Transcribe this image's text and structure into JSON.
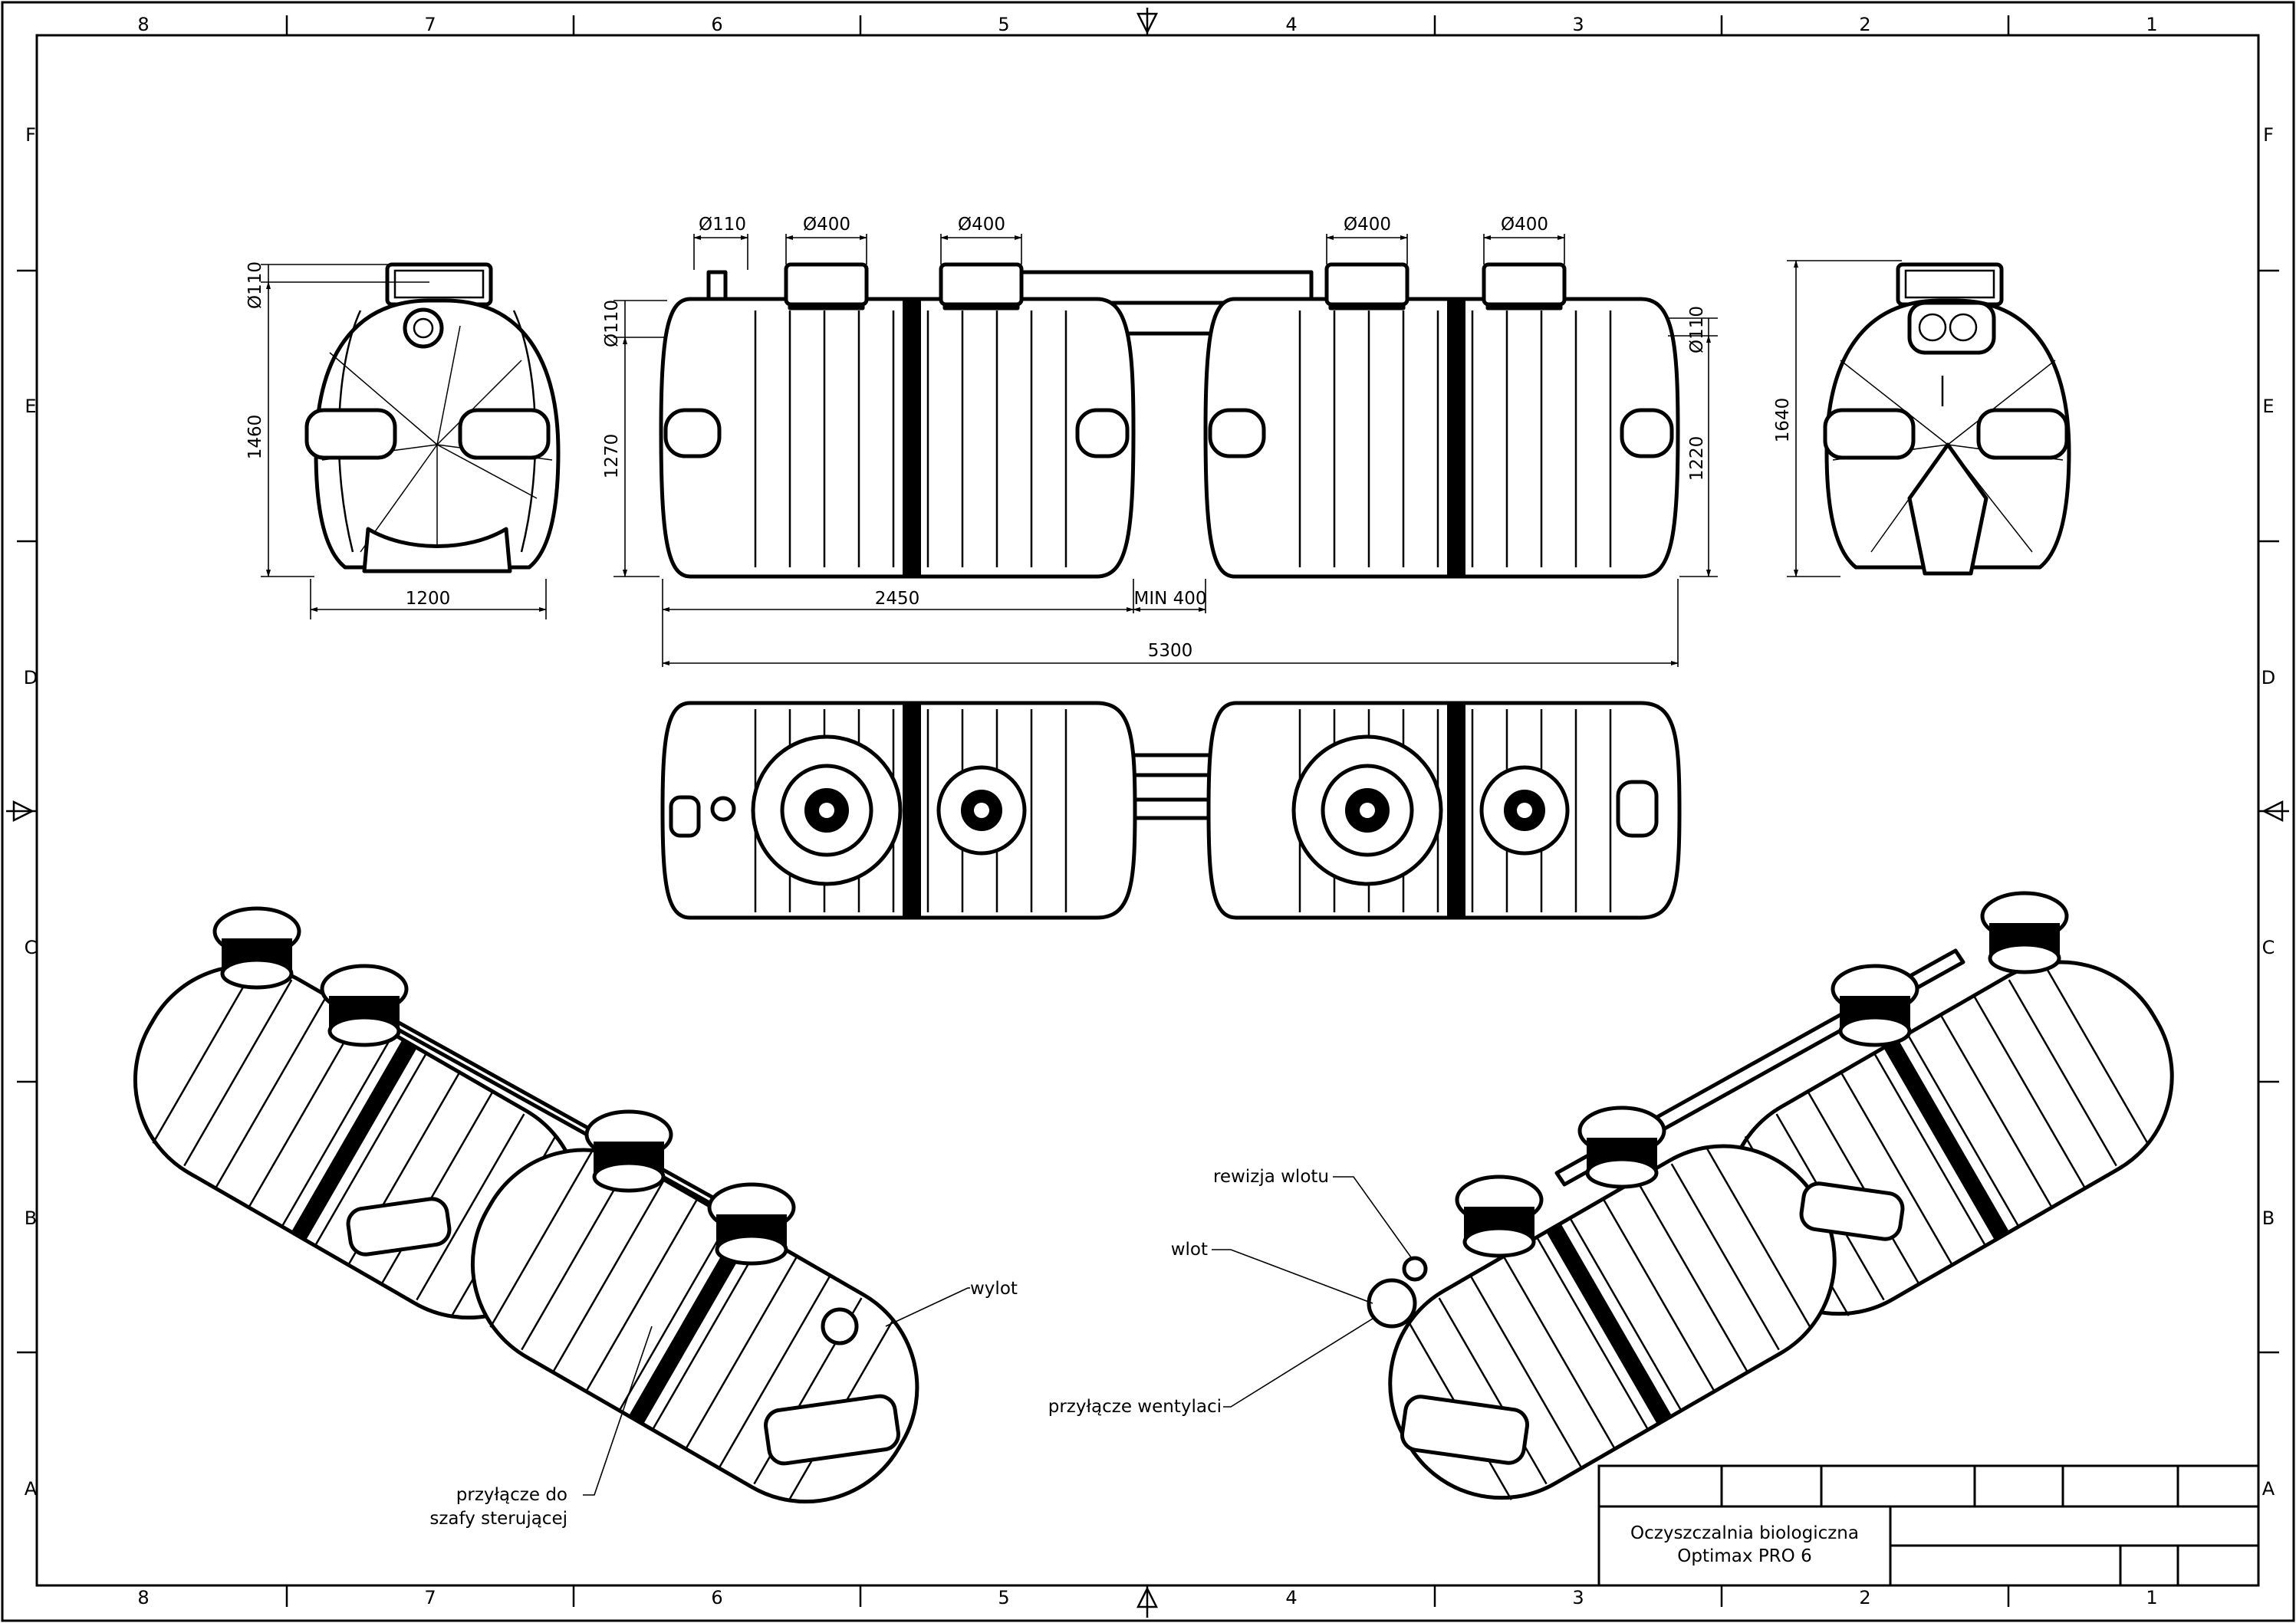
{
  "frame": {
    "columns": [
      "8",
      "7",
      "6",
      "5",
      "4",
      "3",
      "2",
      "1"
    ],
    "rows": [
      "F",
      "E",
      "D",
      "C",
      "B",
      "A"
    ]
  },
  "dimensions": {
    "left_view": {
      "pipe_top": "Ø110",
      "height": "1460",
      "width": "1200"
    },
    "front_view": {
      "inlet": "Ø110",
      "cover_1": "Ø400",
      "cover_2": "Ø400",
      "cover_3": "Ø400",
      "cover_4": "Ø400",
      "pipe_left": "Ø110",
      "pipe_right": "Ø110",
      "height_left": "1270",
      "height_right": "1220",
      "tank_length": "2450",
      "min_gap": "MIN 400",
      "total_length": "5300"
    },
    "right_view": {
      "height": "1640"
    }
  },
  "callouts": {
    "wylot": "wylot",
    "control_cabinet": [
      "przyłącze do",
      "szafy sterującej"
    ],
    "inlet_inspection": "rewizja wlotu",
    "inlet": "wlot",
    "ventilation": "przyłącze wentylaci"
  },
  "title_block": {
    "line1": "Oczyszczalnia biologiczna",
    "line2": "Optimax PRO 6"
  }
}
